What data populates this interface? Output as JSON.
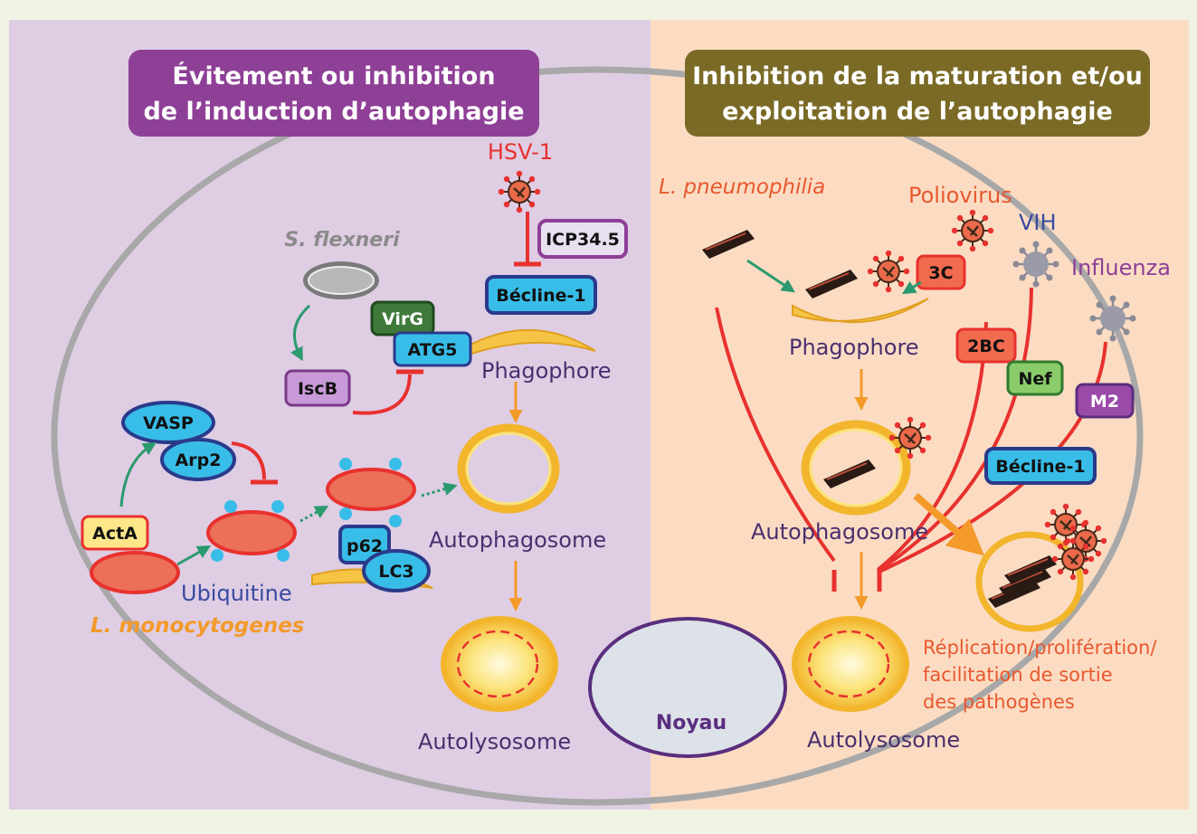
{
  "colors": {
    "left_panel": "#dfcde4",
    "right_panel": "#fbdcc3",
    "left_header": "#8e3f96",
    "right_header": "#7a6a26",
    "inhibit_red": "#e8312e",
    "activate_green": "#2b9a6e",
    "flow_orange": "#f39a2a",
    "membrane_yellow": "#f6c445",
    "protein_blue": "#38bde8",
    "cell_gray": "#a8a8a8"
  },
  "headers": {
    "left_line1": "Évitement ou inhibition",
    "left_line2": "de l’induction d’autophagie",
    "right_line1": "Inhibition de la maturation et/ou",
    "right_line2": "exploitation de l’autophagie"
  },
  "left": {
    "hsv1": "HSV-1",
    "icp345": "ICP34.5",
    "becline1": "Bécline-1",
    "s_flexneri": "S. flexneri",
    "virg": "VirG",
    "atg5": "ATG5",
    "iscb": "IscB",
    "phagophore": "Phagophore",
    "vasp": "VASP",
    "arp2": "Arp2",
    "acta": "ActA",
    "ubiquitine": "Ubiquitine",
    "l_monocytogenes": "L. monocytogenes",
    "p62": "p62",
    "lc3": "LC3",
    "autophagosome": "Autophagosome",
    "autolysosome": "Autolysosome"
  },
  "center": {
    "noyau": "Noyau"
  },
  "right": {
    "l_pneumophilia": "L. pneumophilia",
    "poliovirus": "Poliovirus",
    "vih": "VIH",
    "influenza": "Influenza",
    "three_c": "3C",
    "phagophore": "Phagophore",
    "two_bc": "2BC",
    "nef": "Nef",
    "m2": "M2",
    "becline1": "Bécline-1",
    "autophagosome": "Autophagosome",
    "replication_line1": "Réplication/prolifération/",
    "replication_line2": "facilitation de sortie",
    "replication_line3": "des pathogènes",
    "autolysosome": "Autolysosome"
  }
}
